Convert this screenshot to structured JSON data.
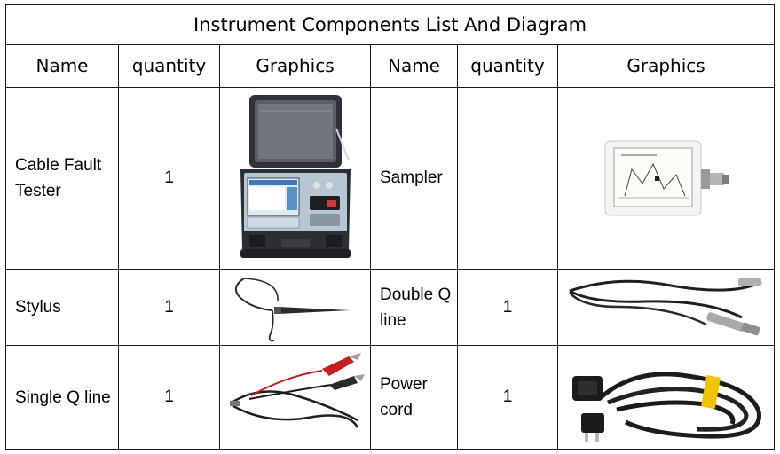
{
  "title": "Instrument Components List And Diagram",
  "headers": [
    "Name",
    "quantity",
    "Graphics",
    "Name",
    "quantity",
    "Graphics"
  ],
  "rows": [
    {
      "left": {
        "name": "Cable Fault Tester",
        "quantity": "1",
        "image": "cable-fault-tester-image"
      },
      "right": {
        "name": "Sampler",
        "quantity": "",
        "image": "sampler-image"
      }
    },
    {
      "left": {
        "name": "Stylus",
        "quantity": "1",
        "image": "stylus-image"
      },
      "right": {
        "name": "Double Q line",
        "quantity": "1",
        "image": "double-q-line-image"
      }
    },
    {
      "left": {
        "name": "Single Q line",
        "quantity": "1",
        "image": "single-q-line-image"
      },
      "right": {
        "name": "Power cord",
        "quantity": "1",
        "image": "power-cord-image"
      }
    }
  ]
}
